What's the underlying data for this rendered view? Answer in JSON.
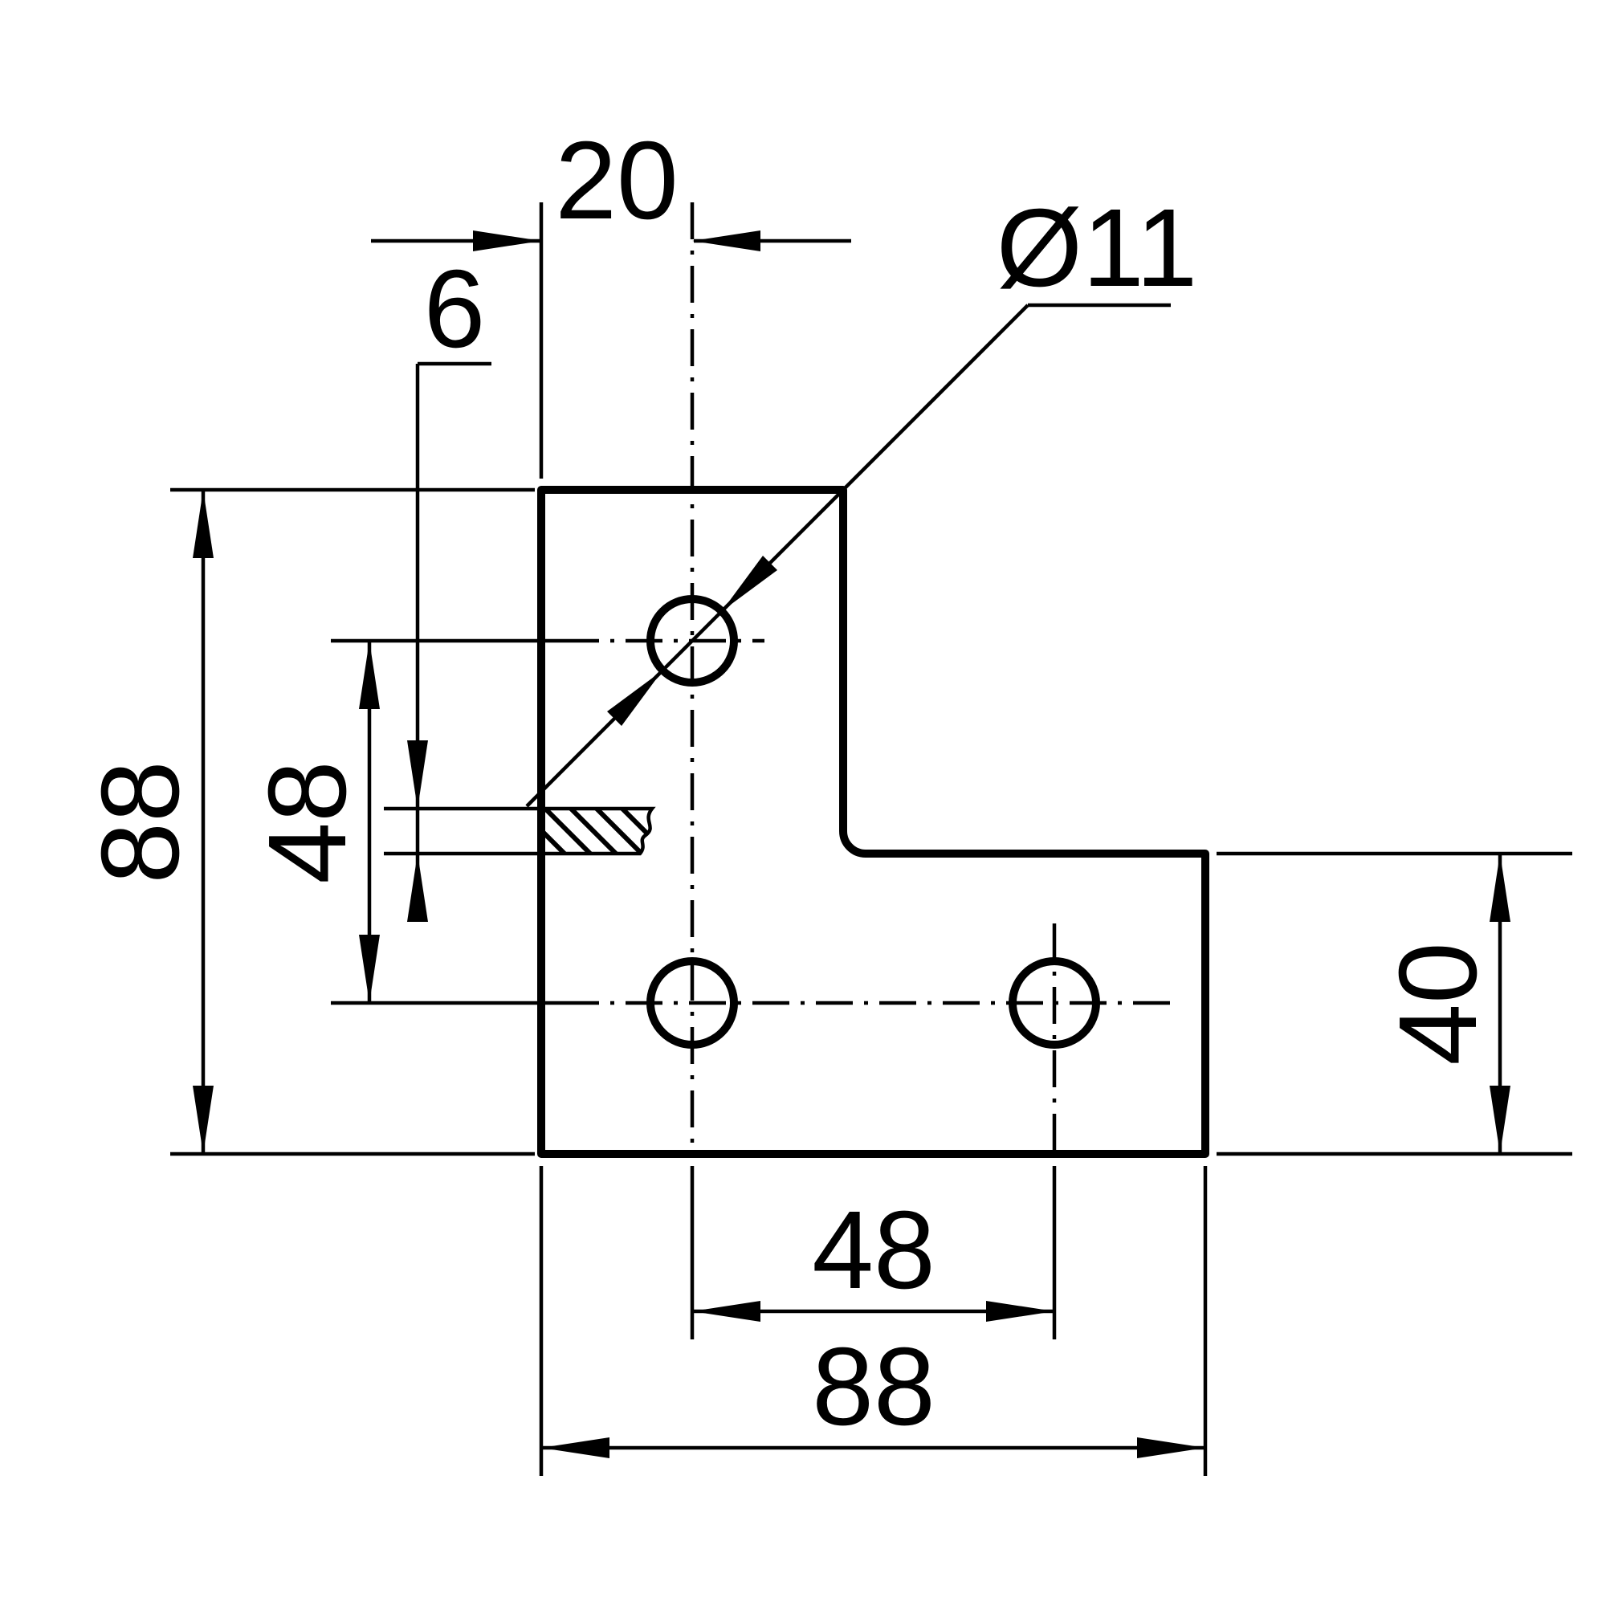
{
  "drawing": {
    "type": "engineering-dimension-drawing",
    "part": "L-shaped corner bracket, front view with local plate section",
    "labels": {
      "top_width": "20",
      "section_thickness": "6",
      "hole_diameter": "Ø11",
      "overall_height": "88",
      "hole_offset_vertical": "48",
      "leg_width": "40",
      "hole_offset_horizontal": "48",
      "overall_width": "88"
    },
    "style": {
      "line_color": "#000000",
      "background_color": "#ffffff"
    }
  }
}
